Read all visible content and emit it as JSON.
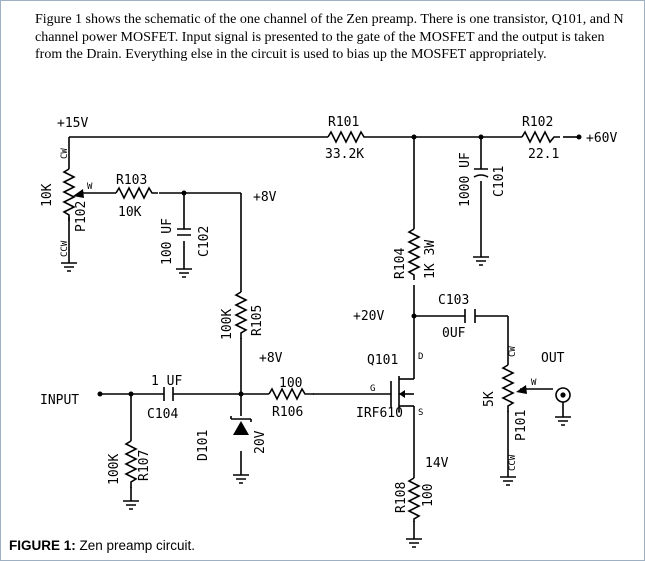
{
  "description": "Figure 1 shows the schematic of the one channel of the Zen preamp.  There is one transistor, Q101, and N channel power MOSFET.  Input signal is presented to the gate of the MOSFET and the output is taken from the Drain.  Everything else in the circuit is used to bias up the MOSFET appropriately.",
  "caption": {
    "bold": "FIGURE 1:",
    "text": " Zen preamp circuit."
  },
  "rails": {
    "plus15": "+15V",
    "plus60": "+60V",
    "plus8_top": "+8V",
    "plus8_bot": "+8V",
    "plus20": "+20V",
    "plus14": "14V"
  },
  "components": {
    "r101": {
      "ref": "R101",
      "value": "33.2K"
    },
    "r102": {
      "ref": "R102",
      "value": "22.1"
    },
    "r103": {
      "ref": "R103",
      "value": "10K"
    },
    "p102": {
      "ref": "P102",
      "value": "10K",
      "cw": "CW",
      "w": "W",
      "ccw": "CCW"
    },
    "c102": {
      "ref": "C102",
      "value": "100 UF"
    },
    "c101": {
      "ref": "C101",
      "value": "1000 UF"
    },
    "r104": {
      "ref": "R104",
      "value": "1K 3W"
    },
    "r105": {
      "ref": "R105",
      "value": "100K"
    },
    "c103": {
      "ref": "C103",
      "value": "0UF"
    },
    "p101": {
      "ref": "P101",
      "value": "5K",
      "cw": "CW",
      "w": "W",
      "ccw": "CCW"
    },
    "q101": {
      "ref": "Q101",
      "part": "IRF610",
      "d": "D",
      "g": "G",
      "s": "S"
    },
    "c104": {
      "ref": "C104",
      "value": "1 UF"
    },
    "r106": {
      "ref": "R106",
      "value": "100"
    },
    "d101": {
      "ref": "D101",
      "value": "20V"
    },
    "r107": {
      "ref": "R107",
      "value": "100K"
    },
    "r108": {
      "ref": "R108",
      "value": "100"
    }
  },
  "io": {
    "input": "INPUT",
    "output": "OUT"
  }
}
